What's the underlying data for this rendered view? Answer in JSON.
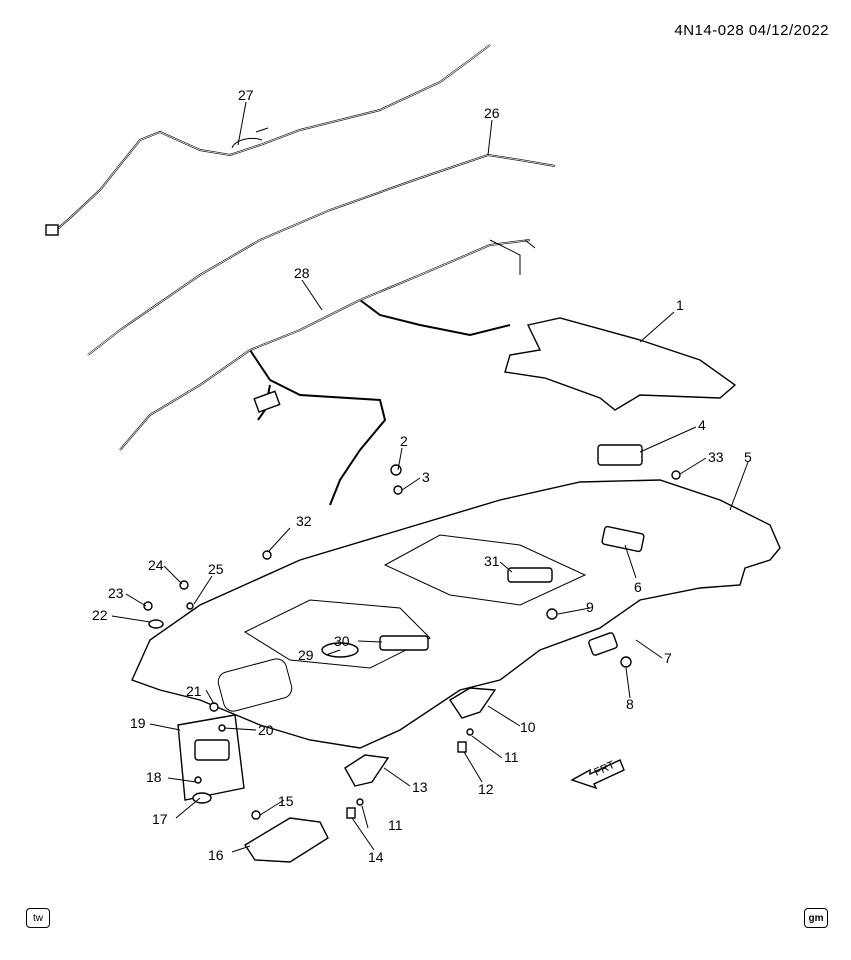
{
  "header": {
    "code": "4N14-028  04/12/2022"
  },
  "callouts": [
    "1",
    "2",
    "3",
    "4",
    "5",
    "6",
    "7",
    "8",
    "9",
    "10",
    "11",
    "11",
    "12",
    "13",
    "14",
    "15",
    "16",
    "17",
    "18",
    "19",
    "20",
    "21",
    "22",
    "23",
    "24",
    "25",
    "26",
    "27",
    "28",
    "29",
    "30",
    "31",
    "32",
    "33"
  ],
  "arrow_label": "FRT",
  "badges": {
    "left": "tw",
    "right": "gm"
  }
}
